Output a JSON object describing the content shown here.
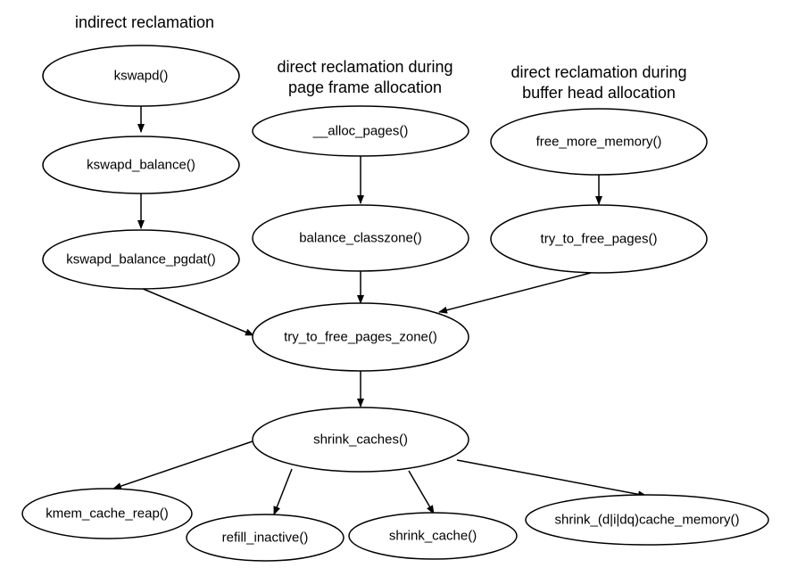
{
  "headings": {
    "indirect": [
      "indirect reclamation"
    ],
    "page_frame": [
      "direct reclamation during",
      "page frame allocation"
    ],
    "buffer_head": [
      "direct reclamation during",
      "buffer head allocation"
    ]
  },
  "nodes": {
    "kswapd": "kswapd()",
    "kswapd_balance": "kswapd_balance()",
    "kswapd_balance_pgdat": "kswapd_balance_pgdat()",
    "alloc_pages": "__alloc_pages()",
    "balance_classzone": "balance_classzone()",
    "free_more_memory": "free_more_memory()",
    "try_to_free_pages": "try_to_free_pages()",
    "try_to_free_pages_zone": "try_to_free_pages_zone()",
    "shrink_caches": "shrink_caches()",
    "kmem_cache_reap": "kmem_cache_reap()",
    "refill_inactive": "refill_inactive()",
    "shrink_cache": "shrink_cache()",
    "shrink_dcache_memory": "shrink_(d|i|dq)cache_memory()"
  },
  "edges": [
    {
      "from": "kswapd",
      "to": "kswapd_balance"
    },
    {
      "from": "kswapd_balance",
      "to": "kswapd_balance_pgdat"
    },
    {
      "from": "kswapd_balance_pgdat",
      "to": "try_to_free_pages_zone"
    },
    {
      "from": "alloc_pages",
      "to": "balance_classzone"
    },
    {
      "from": "balance_classzone",
      "to": "try_to_free_pages_zone"
    },
    {
      "from": "free_more_memory",
      "to": "try_to_free_pages"
    },
    {
      "from": "try_to_free_pages",
      "to": "try_to_free_pages_zone"
    },
    {
      "from": "try_to_free_pages_zone",
      "to": "shrink_caches"
    },
    {
      "from": "shrink_caches",
      "to": "kmem_cache_reap"
    },
    {
      "from": "shrink_caches",
      "to": "refill_inactive"
    },
    {
      "from": "shrink_caches",
      "to": "shrink_cache"
    },
    {
      "from": "shrink_caches",
      "to": "shrink_dcache_memory"
    }
  ]
}
